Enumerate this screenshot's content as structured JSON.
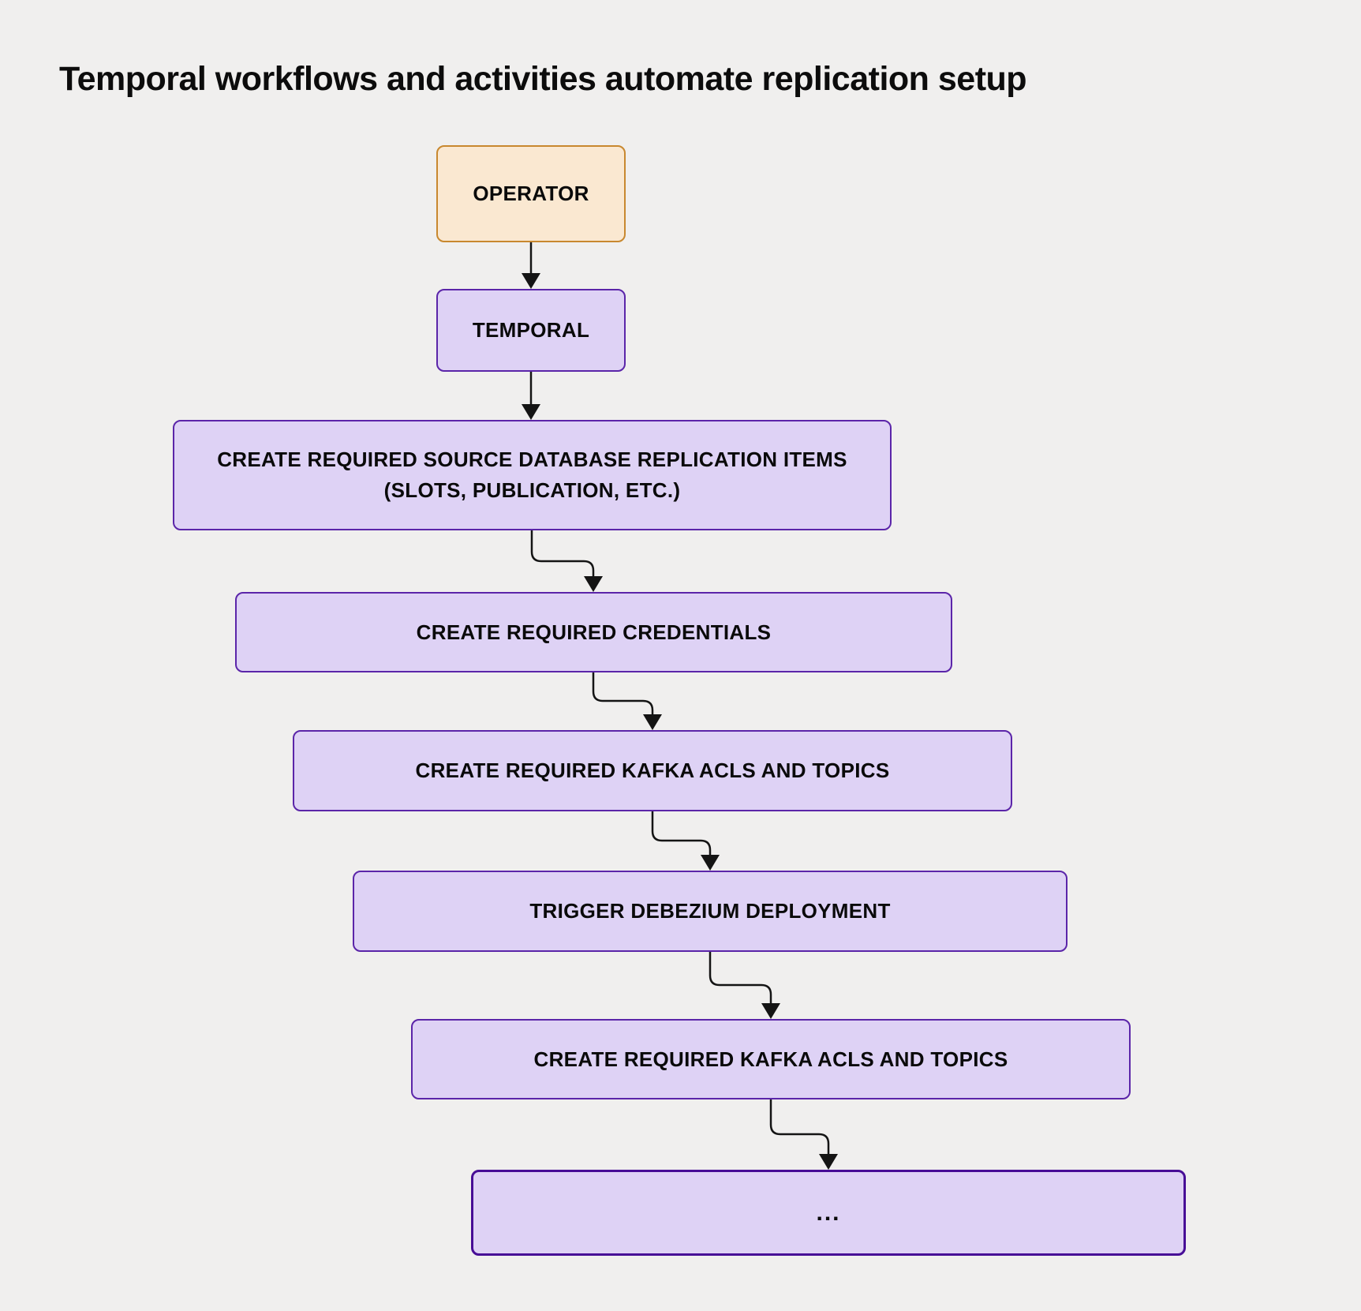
{
  "title": "Temporal workflows and activities automate replication setup",
  "colors": {
    "background": "#f0efee",
    "operator_fill": "#fae8d1",
    "operator_border": "#c8882f",
    "step_fill": "#ded2f5",
    "step_border": "#5b25a9",
    "last_step_border": "#470d96",
    "arrow": "#141414",
    "text": "#0a0a0a"
  },
  "flowchart": {
    "nodes": [
      {
        "id": "operator",
        "label": "OPERATOR"
      },
      {
        "id": "temporal",
        "label": "TEMPORAL"
      },
      {
        "id": "create-source-db-replication-items",
        "label": "CREATE REQUIRED SOURCE DATABASE REPLICATION ITEMS (SLOTS, PUBLICATION, ETC.)"
      },
      {
        "id": "create-credentials",
        "label": "CREATE REQUIRED CREDENTIALS"
      },
      {
        "id": "create-kafka-acls-topics-1",
        "label": "CREATE REQUIRED KAFKA ACLS AND TOPICS"
      },
      {
        "id": "trigger-debezium-deployment",
        "label": "TRIGGER DEBEZIUM DEPLOYMENT"
      },
      {
        "id": "create-kafka-acls-topics-2",
        "label": "CREATE REQUIRED KAFKA ACLS AND TOPICS"
      },
      {
        "id": "ellipsis",
        "label": "..."
      }
    ],
    "edges": [
      "operator->temporal",
      "temporal->create-source-db-replication-items",
      "create-source-db-replication-items->create-credentials",
      "create-credentials->create-kafka-acls-topics-1",
      "create-kafka-acls-topics-1->trigger-debezium-deployment",
      "trigger-debezium-deployment->create-kafka-acls-topics-2",
      "create-kafka-acls-topics-2->ellipsis"
    ]
  }
}
